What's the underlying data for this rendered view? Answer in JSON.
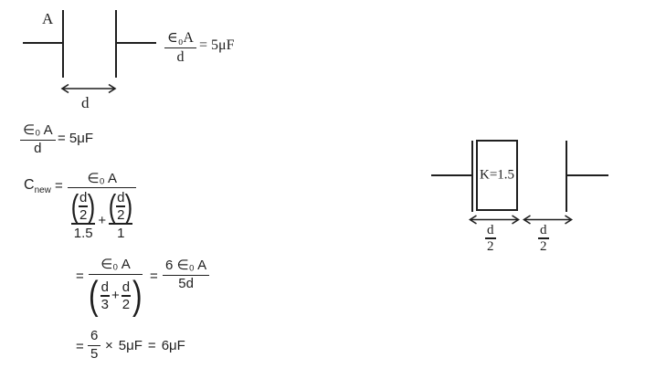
{
  "colors": {
    "ink": "#1f1f1f",
    "background": "#ffffff"
  },
  "top_left_diagram": {
    "area_label": "A",
    "gap_label": "d",
    "equation": {
      "numerator": "∈₀A",
      "denominator": "d",
      "rhs": "= 5μF"
    }
  },
  "solution": {
    "line1": {
      "numerator": "∈₀ A",
      "denominator": "d",
      "rhs": "= 5μF"
    },
    "line2": {
      "lhs_base": "C",
      "lhs_subscript": "new",
      "equals": "=",
      "numerator": "∈₀ A",
      "term1": {
        "open_paren": "(",
        "frac_num": "d",
        "frac_den": "2",
        "close_paren": ")",
        "divisor": "1.5"
      },
      "plus": "+",
      "term2": {
        "open_paren": "(",
        "frac_num": "d",
        "frac_den": "2",
        "close_paren": ")",
        "divisor": "1"
      }
    },
    "line3": {
      "equals1": "=",
      "frac1_numerator": "∈₀ A",
      "frac1_open_paren": "(",
      "frac1_t1_num": "d",
      "frac1_t1_den": "3",
      "frac1_plus": "+",
      "frac1_t2_num": "d",
      "frac1_t2_den": "2",
      "frac1_close_paren": ")",
      "equals2": "=",
      "frac2_numerator": "6 ∈₀ A",
      "frac2_denominator": "5d"
    },
    "line4": {
      "equals1": "=",
      "frac_num": "6",
      "frac_den": "5",
      "times": "×",
      "operand": "5μF",
      "equals2": "=",
      "result": "6μF"
    }
  },
  "right_diagram": {
    "dielectric_label": "K=1.5",
    "left_gap": {
      "numerator": "d",
      "denominator": "2"
    },
    "right_gap": {
      "numerator": "d",
      "denominator": "2"
    }
  }
}
